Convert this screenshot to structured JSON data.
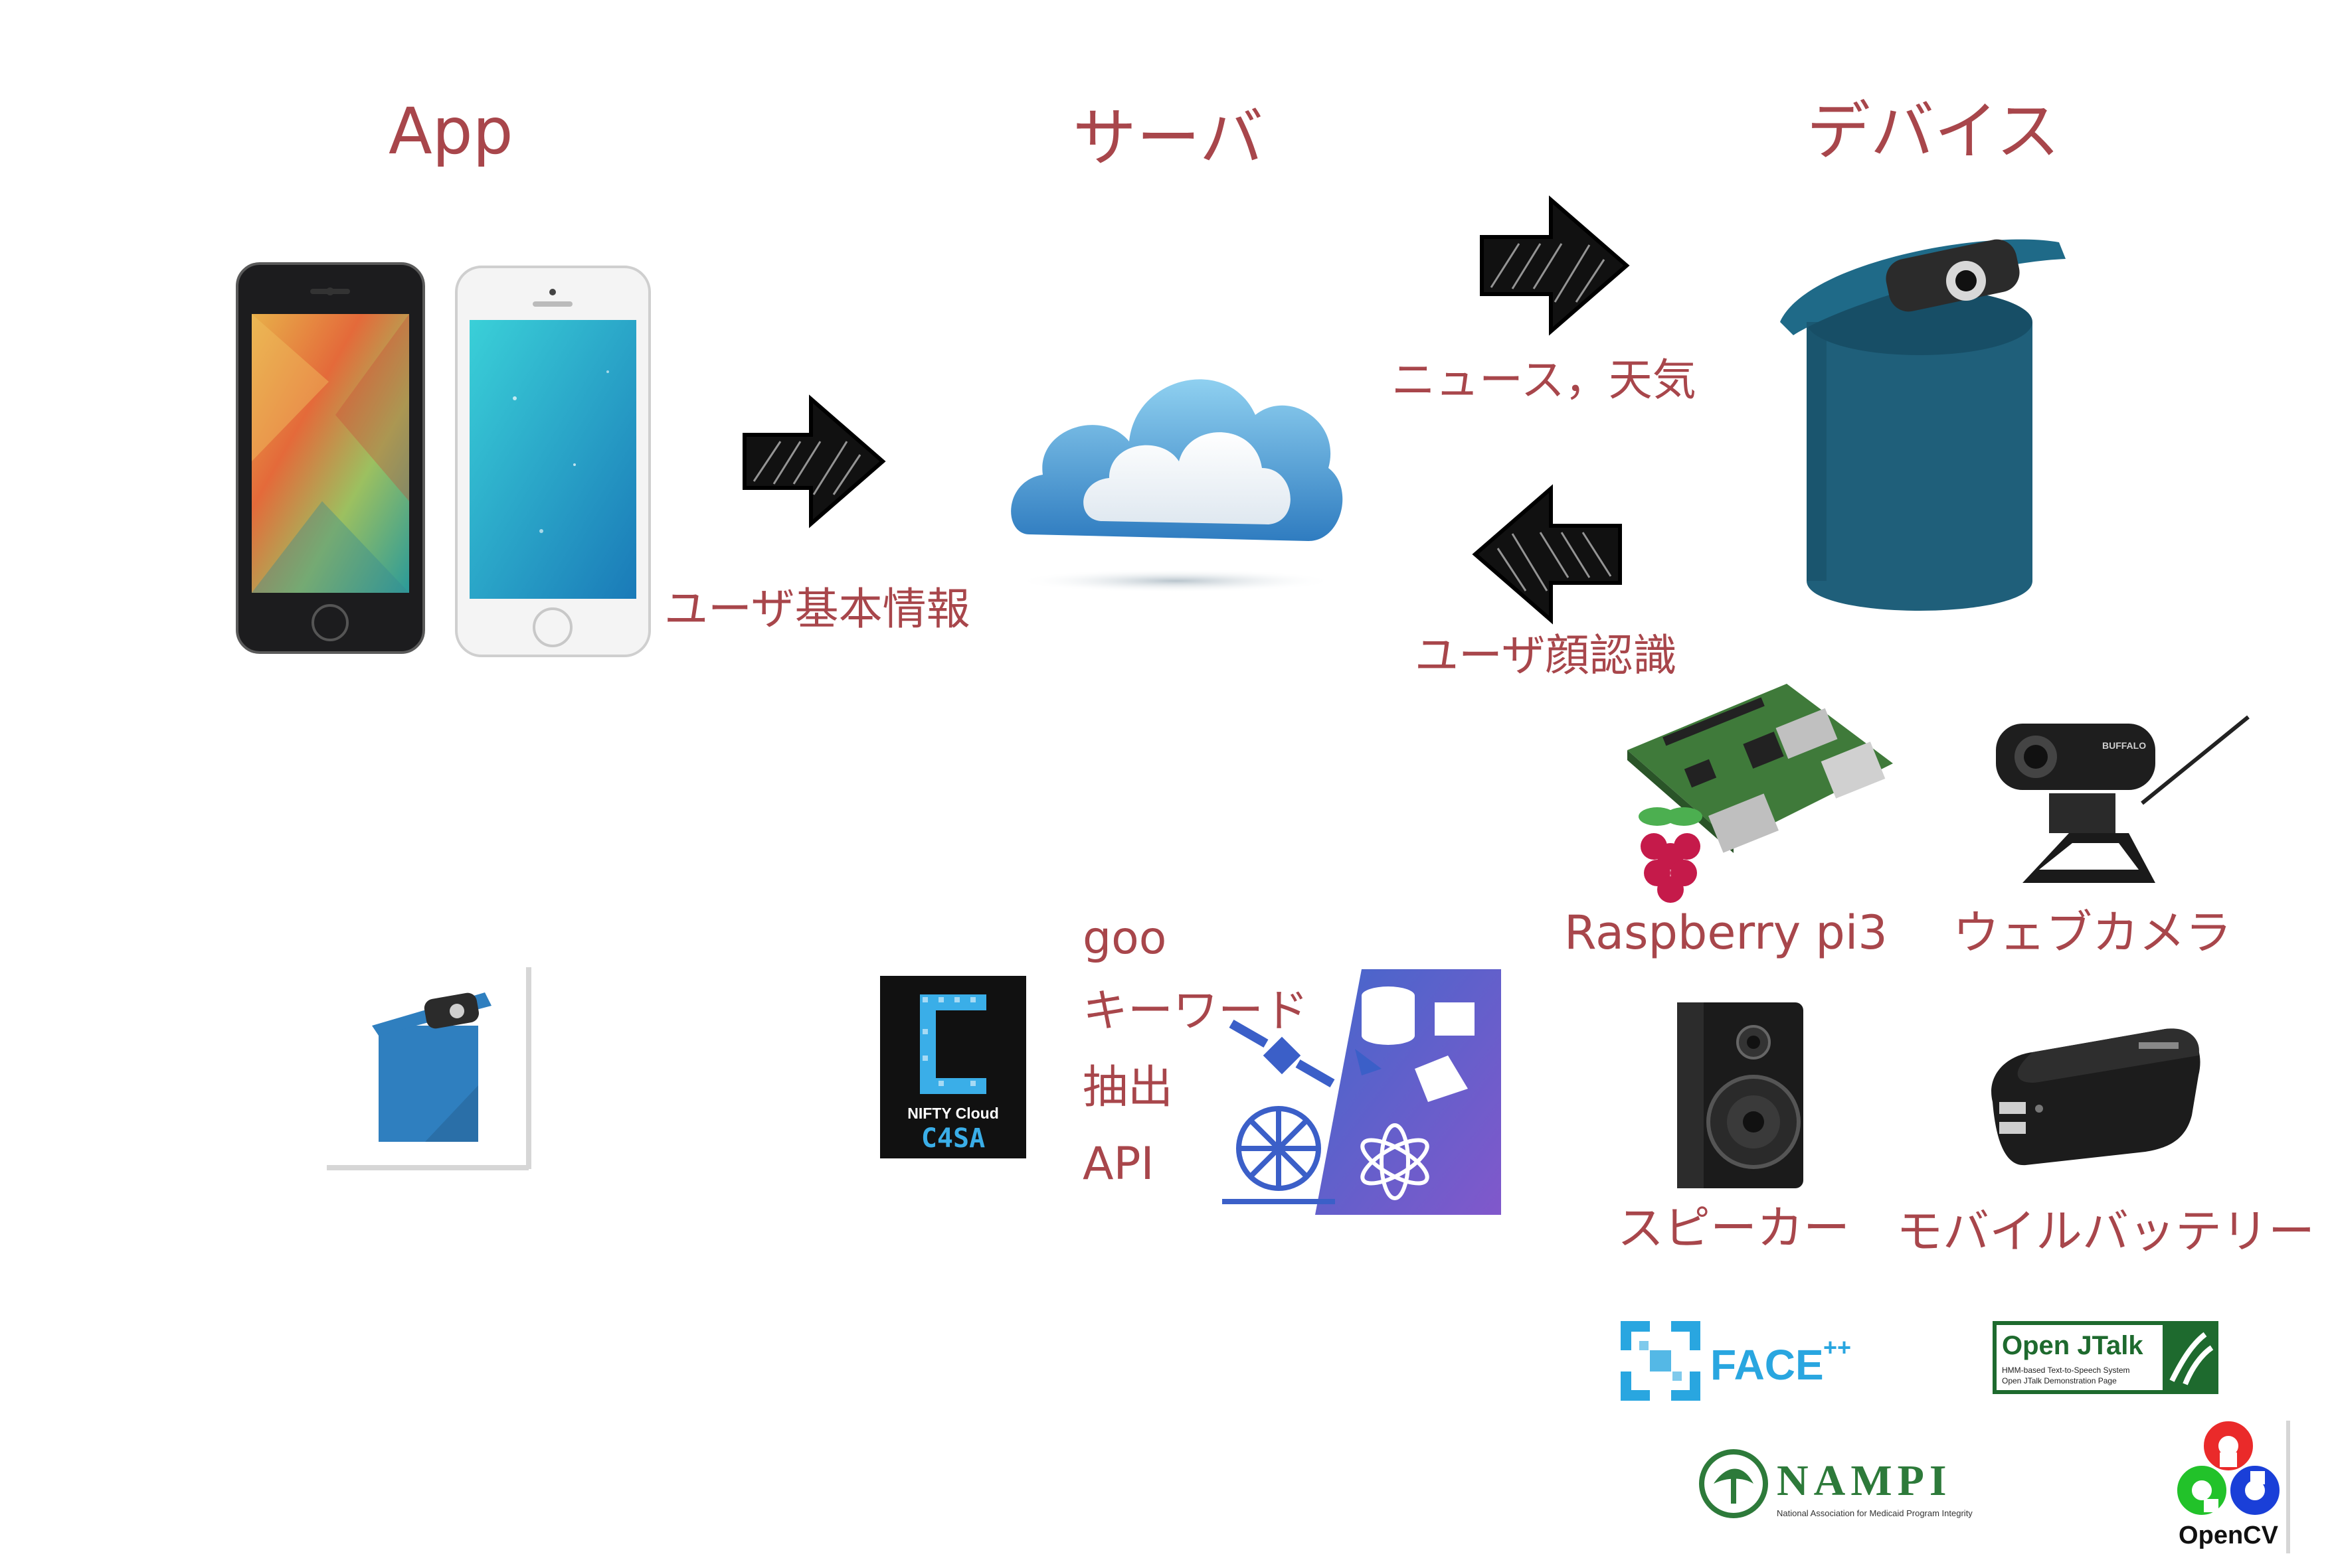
{
  "headings": {
    "app": "App",
    "server": "サーバ",
    "device": "デバイス"
  },
  "flow_labels": {
    "user_info": "ユーザ基本情報",
    "news_weather": "ニュース，天気",
    "face_recognition": "ユーザ顔認識"
  },
  "goo_api": {
    "line1": "goo",
    "line2": "キーワード",
    "line3": "抽出",
    "line4": "API"
  },
  "nifty_logo": {
    "brand": "NIFTY Cloud",
    "product": "C4SA"
  },
  "hardware": {
    "raspberry_pi": "Raspberry pi3",
    "webcam": "ウェブカメラ",
    "speaker": "スピーカー",
    "battery": "モバイルバッテリー"
  },
  "webcam_brand": "BUFFALO",
  "logos": {
    "facepp": "FACE",
    "facepp_sup": "++",
    "openjtalk_title": "Open JTalk",
    "openjtalk_sub1": "HMM-based Text-to-Speech System",
    "openjtalk_sub2": "Open JTalk Demonstration Page",
    "nampi": "NAMPI",
    "nampi_sub": "National Association for Medicaid Program Integrity",
    "opencv": "OpenCV"
  },
  "colors": {
    "label_text": "#a8464b",
    "device_teal": "#1f5f7a",
    "app_icon_blue": "#2f7fbf",
    "nifty_accent": "#3aaee8"
  }
}
